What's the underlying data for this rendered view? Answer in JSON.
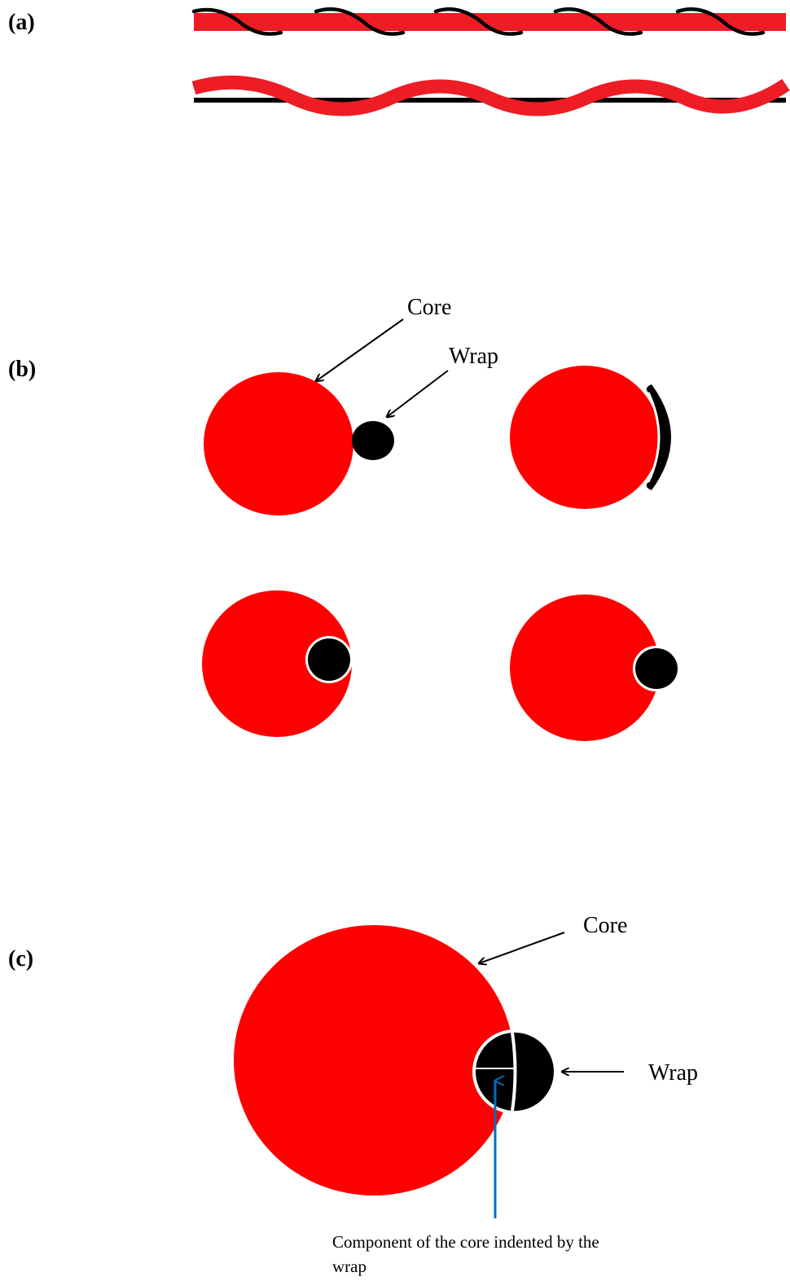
{
  "panels": {
    "a": {
      "label": "(a)"
    },
    "b": {
      "label": "(b)",
      "core_label": "Core",
      "wrap_label": "Wrap"
    },
    "c": {
      "label": "(c)",
      "core_label": "Core",
      "wrap_label": "Wrap",
      "caption_line1": "Component of the core indented by the",
      "caption_line2": "wrap"
    }
  },
  "colors": {
    "core": "#ff0000",
    "strand": "#ee1c25",
    "wrap": "#000000",
    "pointer_blue": "#0070c0"
  }
}
